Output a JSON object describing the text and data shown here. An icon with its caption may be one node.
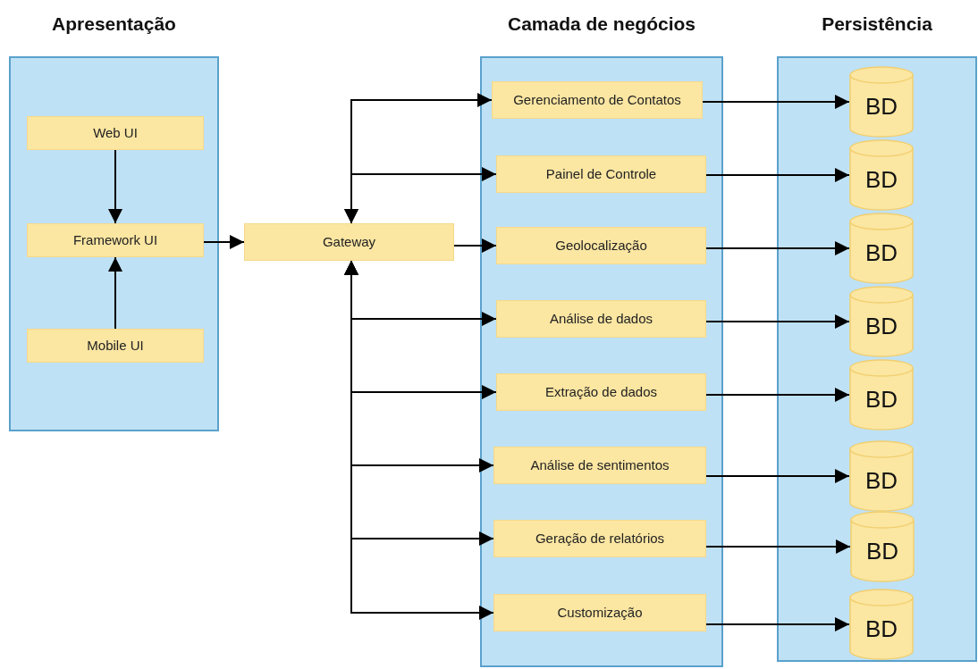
{
  "diagram": {
    "nodes": [
      {
        "text": [
          "Apresentação"
        ]
      },
      {
        "text": [
          "Web UI"
        ],
        "in": 0
      },
      {
        "text": [
          "Framework UI"
        ],
        "in": 0
      },
      {
        "text": [
          "Mobile UI"
        ],
        "in": 0
      },
      {
        "text": [
          "Gateway"
        ]
      },
      {
        "text": [
          "Camada de negócios"
        ]
      },
      {
        "text": [
          "Gerenciamento de Contatos"
        ],
        "in": 5
      },
      {
        "text": [
          "Painel de Controle"
        ],
        "in": 5
      },
      {
        "text": [
          "Geolocalização"
        ],
        "in": 5
      },
      {
        "text": [
          "Análise de dados"
        ],
        "in": 5
      },
      {
        "text": [
          "Extração de dados"
        ],
        "in": 5
      },
      {
        "text": [
          "Análise de sentimentos"
        ],
        "in": 5
      },
      {
        "text": [
          "Geração de relatórios"
        ],
        "in": 5
      },
      {
        "text": [
          "Customização"
        ],
        "in": 5
      },
      {
        "text": [
          "Persistência"
        ]
      },
      {
        "text": [
          "BD"
        ],
        "in": 14
      },
      {
        "text": [
          "BD"
        ],
        "in": 14
      },
      {
        "text": [
          "BD"
        ],
        "in": 14
      },
      {
        "text": [
          "BD"
        ],
        "in": 14
      },
      {
        "text": [
          "BD"
        ],
        "in": 14
      },
      {
        "text": [
          "BD"
        ],
        "in": 14
      },
      {
        "text": [
          "BD"
        ],
        "in": 14
      },
      {
        "text": [
          "BD"
        ],
        "in": 14
      }
    ],
    "edges": [
      {
        "from": 1,
        "to": 2,
        "arrow": "to"
      },
      {
        "from": 3,
        "to": 2,
        "arrow": "to"
      },
      {
        "from": 2,
        "to": 4,
        "arrow": "to"
      },
      {
        "from": 4,
        "to": 6,
        "arrow": "both"
      },
      {
        "from": 4,
        "to": 7,
        "arrow": "both"
      },
      {
        "from": 4,
        "to": 8,
        "arrow": "to"
      },
      {
        "from": 4,
        "to": 9,
        "arrow": "both"
      },
      {
        "from": 4,
        "to": 10,
        "arrow": "both"
      },
      {
        "from": 4,
        "to": 11,
        "arrow": "both"
      },
      {
        "from": 4,
        "to": 12,
        "arrow": "both"
      },
      {
        "from": 4,
        "to": 13,
        "arrow": "both"
      },
      {
        "from": 6,
        "to": 15,
        "arrow": "to"
      },
      {
        "from": 7,
        "to": 16,
        "arrow": "to"
      },
      {
        "from": 8,
        "to": 17,
        "arrow": "to"
      },
      {
        "from": 9,
        "to": 18,
        "arrow": "to"
      },
      {
        "from": 10,
        "to": 19,
        "arrow": "to"
      },
      {
        "from": 11,
        "to": 20,
        "arrow": "to"
      },
      {
        "from": 12,
        "to": 21,
        "arrow": "to"
      },
      {
        "from": 13,
        "to": 22,
        "arrow": "to"
      }
    ]
  }
}
